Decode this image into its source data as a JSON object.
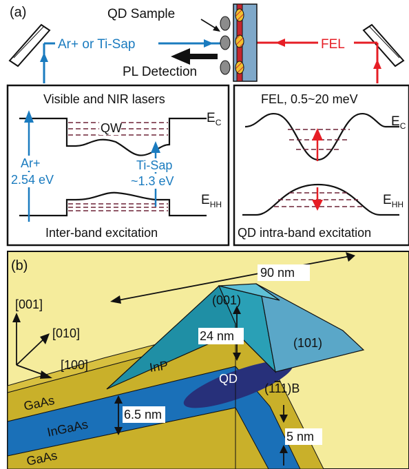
{
  "panel_a": {
    "label": "(a)",
    "qd_sample": "QD Sample",
    "laser_source": "Ar+ or Ti-Sap",
    "fel": "FEL",
    "pl_detection": "PL Detection",
    "colors": {
      "blue": "#1a7bbf",
      "red": "#e61e25",
      "sample_blue": "#7fa8c9",
      "sample_red": "#c4262e",
      "dot_yellow": "#f2c12e"
    },
    "left_box": {
      "title": "Visible and NIR lasers",
      "qw": "QW",
      "ec": "E",
      "ec_sub": "C",
      "ehh": "E",
      "ehh_sub": "HH",
      "ar_label": "Ar+",
      "ar_energy": "2.54 eV",
      "tisap_label": "Ti-Sap",
      "tisap_energy": "~1.3 eV",
      "footer": "Inter-band excitation"
    },
    "right_box": {
      "title": "FEL, 0.5~20 meV",
      "ec": "E",
      "ec_sub": "C",
      "ehh": "E",
      "ehh_sub": "HH",
      "footer": "QD intra-band excitation"
    }
  },
  "panel_b": {
    "label": "(b)",
    "width_label": "90 nm",
    "height_label": "24 nm",
    "facet_001": "(001)",
    "facet_101": "(101)",
    "facet_1b": "(1",
    "facet_1b_bar": "1",
    "facet_1b_end": "1)B",
    "inp": "InP",
    "qd": "QD",
    "gaas_top": "GaAs",
    "ingaas": "InGaAs",
    "gaas_bottom": "GaAs",
    "well_label": "6.5 nm",
    "cap_label": "5 nm",
    "axis_001": "[001]",
    "axis_010": "[010]",
    "axis_100": "[100]",
    "colors": {
      "background": "#f5ec9c",
      "gaas": "#c9b02a",
      "ingaas": "#1a70b8",
      "qd": "#27307a",
      "inp_dark": "#1f8fa5",
      "inp_light": "#5fc0d6",
      "facet_101": "#5aa7c8"
    }
  }
}
